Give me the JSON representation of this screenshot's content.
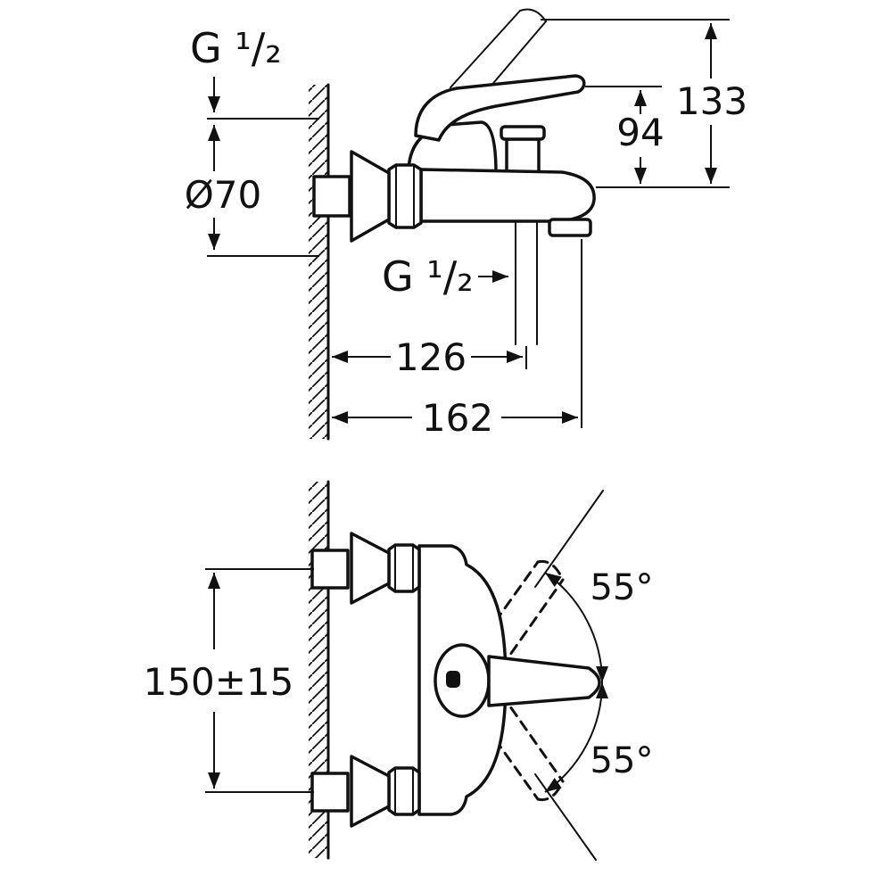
{
  "drawing": {
    "background": "#ffffff",
    "line_color": "#111111",
    "side_view": {
      "thread_label_top": "G ¹/₂",
      "escutcheon_diameter": "Ø70",
      "body_height": "94",
      "total_height": "133",
      "thread_label_bottom": "G ¹/₂",
      "wall_to_hose_outlet": "126",
      "wall_to_spout_tip": "162"
    },
    "front_view": {
      "inlet_distance": "150±15",
      "handle_angle_up": "55°",
      "handle_angle_down": "55°"
    }
  }
}
